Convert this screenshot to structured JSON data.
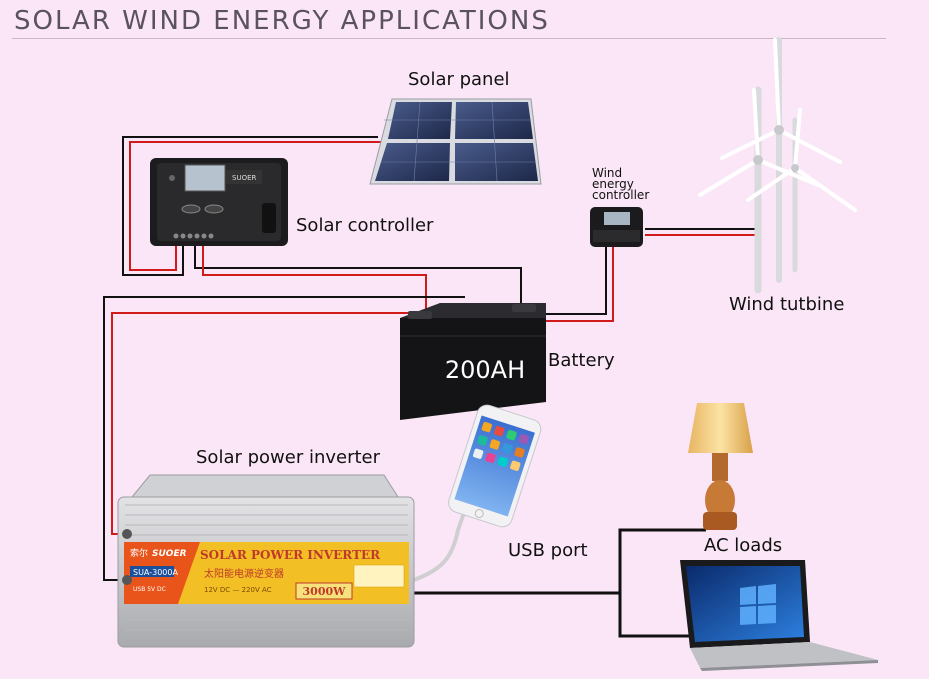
{
  "title": "SOLAR WIND ENERGY APPLICATIONS",
  "labels": {
    "solar_panel": "Solar panel",
    "solar_controller": "Solar controller",
    "wind_controller_line1": "Wind",
    "wind_controller_line2": "energy",
    "wind_controller_line3": "controller",
    "wind_turbine": "Wind tutbine",
    "battery": "Battery",
    "battery_capacity": "200AH",
    "inverter": "Solar power inverter",
    "usb_port": "USB port",
    "ac_loads": "AC loads"
  },
  "device_text": {
    "controller_brand": "SUOER",
    "inverter_brand": "SUOER",
    "inverter_brand_cn": "索尔",
    "inverter_title": "SOLAR POWER INVERTER",
    "inverter_title_cn": "太阳能电源逆变器",
    "inverter_model": "SUA-3000A",
    "inverter_usb_spec": "USB 5V DC",
    "inverter_voltage": "12V DC — 220V AC",
    "inverter_power": "3000W"
  },
  "colors": {
    "background": "#fbe6f7",
    "wire_red": "#d11b1b",
    "wire_black": "#111111",
    "inverter_label": "#f2c025",
    "inverter_accent": "#e8541a"
  }
}
